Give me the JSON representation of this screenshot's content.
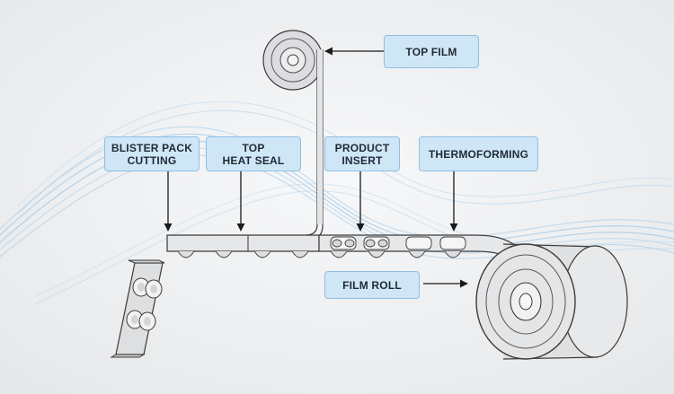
{
  "labels": {
    "top_film": "TOP FILM",
    "blister_pack_cutting": [
      "BLISTER PACK",
      "CUTTING"
    ],
    "top_heat_seal": [
      "TOP",
      "HEAT SEAL"
    ],
    "product_insert": [
      "PRODUCT",
      "INSERT"
    ],
    "thermoforming": "THERMOFORMING",
    "film_roll": "FILM ROLL"
  },
  "colors": {
    "label_fill": "#cfe6f6",
    "label_border": "#8fc0e4",
    "background": "#eeeff1",
    "wave": "#a9cde6",
    "machine_fill": "#e3e4e6",
    "machine_stroke": "#3a3a3a"
  }
}
